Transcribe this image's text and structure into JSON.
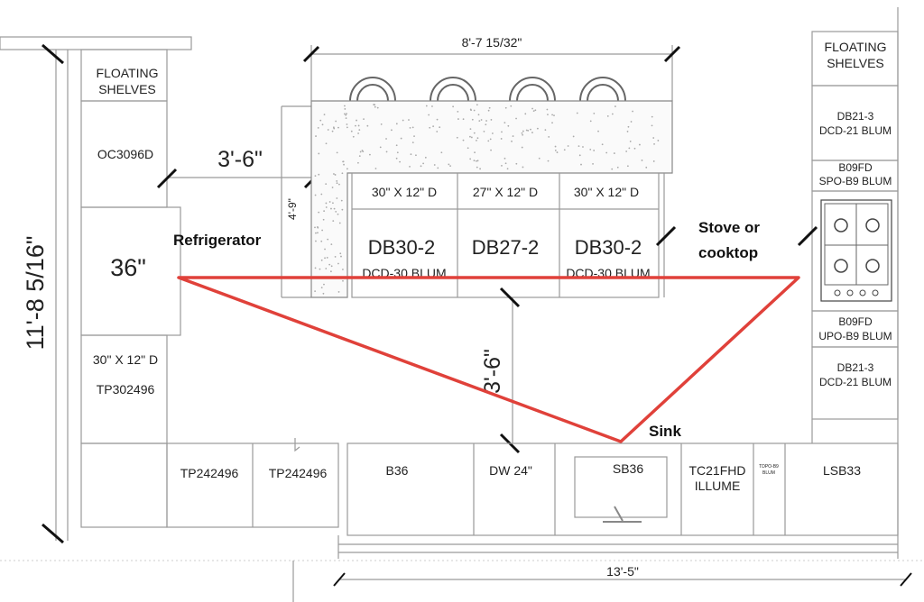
{
  "dimensions": {
    "overall_height": "11'-8 5/16\"",
    "island_width": "8'-7 15/32\"",
    "fridge_to_island": "3'-6\"",
    "island_depth": "4'-9\"",
    "island_to_sink": "3'-6\"",
    "overall_width": "13'-5\""
  },
  "left_wall": {
    "floating_shelves": [
      "FLOATING",
      "SHELVES"
    ],
    "oven_cabinet": "OC3096D",
    "fridge_width": "36\"",
    "pantry_size": "30\" X 12\" D",
    "pantry_code": "TP302496"
  },
  "island": {
    "headers": [
      "30\" X 12\" D",
      "27\" X 12\" D",
      "30\" X 12\" D"
    ],
    "cabinets": [
      {
        "code": "DB30-2",
        "hardware": "DCD-30 BLUM"
      },
      {
        "code": "DB27-2",
        "hardware": ""
      },
      {
        "code": "DB30-2",
        "hardware": "DCD-30 BLUM"
      }
    ]
  },
  "right_wall": {
    "floating_shelves": [
      "FLOATING",
      "SHELVES"
    ],
    "items": [
      [
        "DB21-3",
        "DCD-21 BLUM"
      ],
      [
        "B09FD",
        "SPO-B9 BLUM"
      ],
      [
        "B09FD",
        "UPO-B9 BLUM"
      ],
      [
        "DB21-3",
        "DCD-21 BLUM"
      ]
    ]
  },
  "bottom_wall": {
    "items": [
      "TP242496",
      "TP242496",
      "B36",
      "DW  24\"",
      "SB36",
      "TC21FHD",
      "ILLUME",
      "TDPO-B9",
      "BLUM",
      "LSB33"
    ]
  },
  "work_triangle": {
    "color": "#e0413a",
    "labels": {
      "refrigerator": "Refrigerator",
      "stove_1": "Stove or",
      "stove_2": "cooktop",
      "sink": "Sink"
    }
  }
}
